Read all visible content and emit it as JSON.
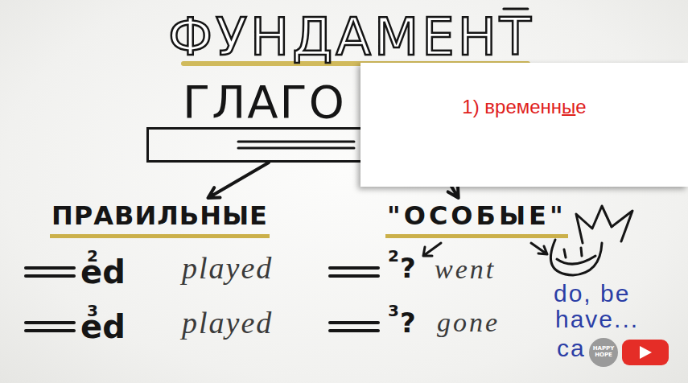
{
  "diagram": {
    "title": "ФУНДАМЕНТ",
    "nodes": [
      {
        "text": [
          "ГЛАГО"
        ]
      },
      {
        "text": [
          "ПРАВИЛЬНЫЕ"
        ]
      },
      {
        "text": [
          "\"ОСОБЫЕ\""
        ]
      },
      {
        "text": [
          "1) временные"
        ]
      }
    ],
    "edges": [
      {
        "from": 0,
        "to": 1,
        "arrow": "to"
      },
      {
        "from": 0,
        "to": 2,
        "arrow": "to"
      }
    ],
    "labels": [
      "2",
      "ed",
      "played",
      "3",
      "ed",
      "played",
      "2",
      "?",
      "went",
      "3",
      "?",
      "gone",
      "do, be",
      "have...",
      "ca",
      "HAPPY HOPE"
    ]
  }
}
